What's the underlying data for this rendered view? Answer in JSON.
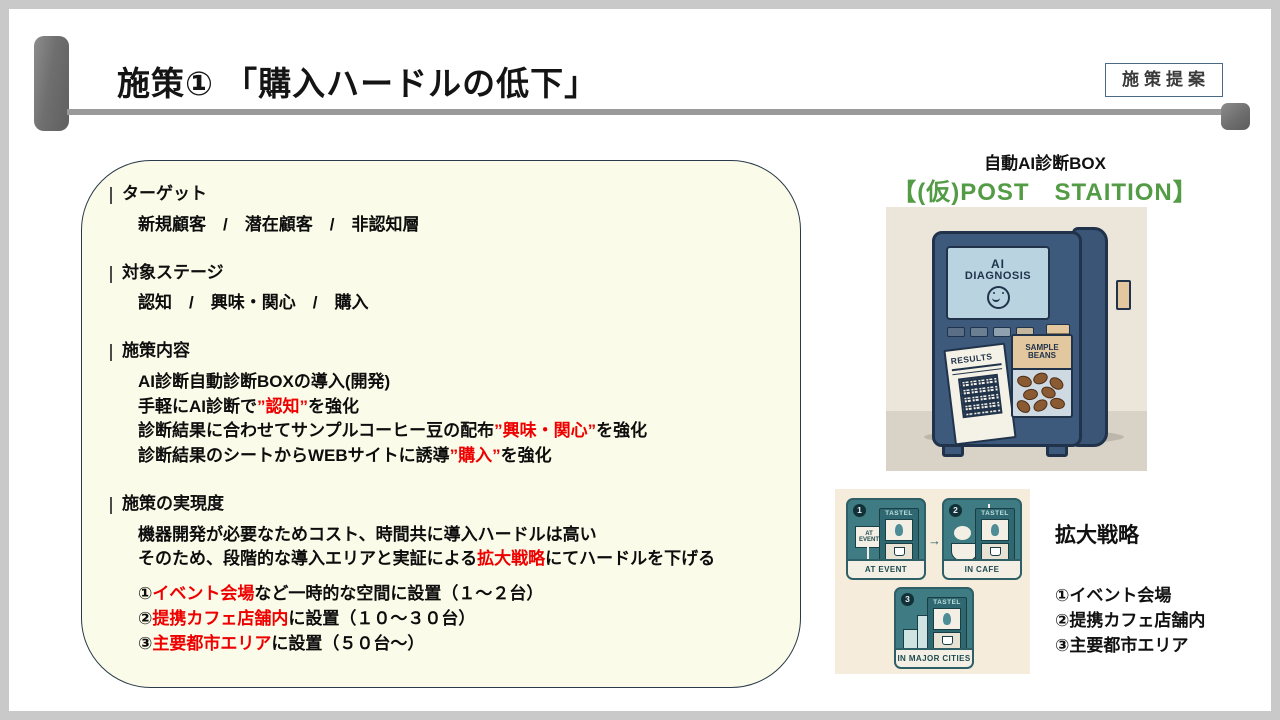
{
  "slide": {
    "title": "施策① 「購入ハードルの低下」",
    "badge": "施策提案"
  },
  "card": {
    "sections": [
      {
        "label": "ターゲット",
        "lines": [
          {
            "segments": [
              {
                "text": "新規顧客　/　潜在顧客　/　非認知層",
                "color": "black"
              }
            ]
          }
        ]
      },
      {
        "label": "対象ステージ",
        "lines": [
          {
            "segments": [
              {
                "text": "認知　/　興味・関心　/　購入",
                "color": "black"
              }
            ]
          }
        ]
      },
      {
        "label": "施策内容",
        "lines": [
          {
            "segments": [
              {
                "text": "AI診断自動診断BOXの導入(開発)",
                "color": "black"
              }
            ]
          },
          {
            "segments": [
              {
                "text": "手軽にAI診断で",
                "color": "black"
              },
              {
                "text": "”認知”",
                "color": "red"
              },
              {
                "text": "を強化",
                "color": "black"
              }
            ]
          },
          {
            "segments": [
              {
                "text": "診断結果に合わせてサンプルコーヒー豆の配布",
                "color": "black"
              },
              {
                "text": "”興味・関心”",
                "color": "red"
              },
              {
                "text": "を強化",
                "color": "black"
              }
            ]
          },
          {
            "segments": [
              {
                "text": "診断結果のシートからWEBサイトに誘導",
                "color": "black"
              },
              {
                "text": "”購入”",
                "color": "red"
              },
              {
                "text": "を強化",
                "color": "black"
              }
            ]
          }
        ]
      },
      {
        "label": "施策の実現度",
        "lines": [
          {
            "segments": [
              {
                "text": "機器開発が必要なためコスト、時間共に導入ハードルは高い",
                "color": "black"
              }
            ]
          },
          {
            "segments": [
              {
                "text": "そのため、段階的な導入エリアと実証による",
                "color": "black"
              },
              {
                "text": "拡大戦略",
                "color": "red"
              },
              {
                "text": "にてハードルを下げる",
                "color": "black"
              }
            ]
          },
          {
            "spacer": true
          },
          {
            "segments": [
              {
                "text": "①",
                "color": "black"
              },
              {
                "text": "イベント会場",
                "color": "red"
              },
              {
                "text": "など一時的な空間に設置（１～２台）",
                "color": "black"
              }
            ]
          },
          {
            "segments": [
              {
                "text": "②",
                "color": "black"
              },
              {
                "text": "提携カフェ店舗内",
                "color": "red"
              },
              {
                "text": "に設置（１０～３０台）",
                "color": "black"
              }
            ]
          },
          {
            "segments": [
              {
                "text": "③",
                "color": "black"
              },
              {
                "text": "主要都市エリア",
                "color": "red"
              },
              {
                "text": "に設置（５０台～）",
                "color": "black"
              }
            ]
          }
        ]
      }
    ]
  },
  "right": {
    "product_title": "自動AI診断BOX",
    "product_subtitle": "【(仮)POST　STAITION】",
    "vending_machine": {
      "screen_line1": "AI",
      "screen_line2": "DIAGNOSIS",
      "receipt_label": "RESULTS",
      "sample_label_line1": "SAMPLE",
      "sample_label_line2": "BEANS"
    },
    "diagram": {
      "panels": [
        {
          "num": "1",
          "brand": "TASTEL",
          "caption": "AT EVENT",
          "sign_line1": "AT",
          "sign_line2": "EVENT"
        },
        {
          "num": "2",
          "brand": "TASTEL",
          "caption": "IN CAFE"
        },
        {
          "num": "3",
          "brand": "TASTEL",
          "caption": "IN MAJOR CITIES"
        }
      ],
      "arrow": "→"
    },
    "strategy_heading": "拡大戦略",
    "strategy_items": [
      "①イベント会場",
      "②提携カフェ店舗内",
      "③主要都市エリア"
    ]
  },
  "colors": {
    "red": "#ee0000",
    "green": "#539b45",
    "card_bg": "#fafbe9",
    "card_border": "#2b3a4a",
    "badge_border": "#4b6a86",
    "machine_navy": "#3d5a7c",
    "diagram_teal": "#3e7b82"
  }
}
